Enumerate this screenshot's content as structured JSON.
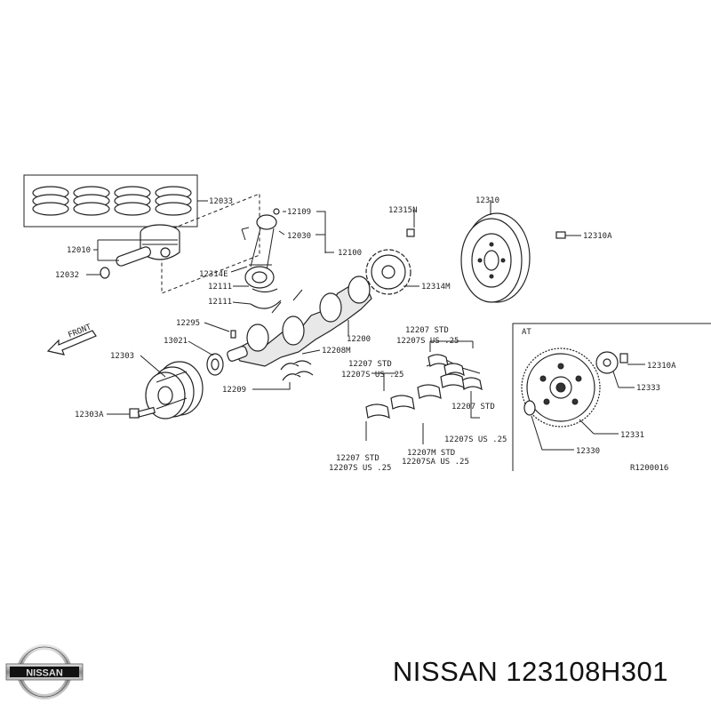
{
  "diagram": {
    "part_labels": {
      "p12033": "12033",
      "p12010": "12010",
      "p12032": "12032",
      "p12109": "12109",
      "p12030": "12030",
      "p12100": "12100",
      "p12314E": "12314E",
      "p12111a": "12111",
      "p12111b": "12111",
      "p12315N": "12315N",
      "p12314M": "12314M",
      "p12310": "12310",
      "p12310A": "12310A",
      "p12295": "12295",
      "p13021": "13021",
      "p12200": "12200",
      "p12208M": "12208M",
      "p12303": "12303",
      "p12209": "12209",
      "p12303A": "12303A",
      "std_upper_right_1": "12207 STD",
      "std_upper_right_2": "12207S US .25",
      "std_upper_mid_1": "12207 STD",
      "std_upper_mid_2": "12207S US .25",
      "std_right_1": "12207 STD",
      "std_right_2": "12207S US .25",
      "std_lower_left_1": "12207 STD",
      "std_lower_left_2": "12207S US .25",
      "std_lower_mid_1": "12207M STD",
      "std_lower_mid_2": "12207SA US .25",
      "at_label": "AT",
      "at_12310A": "12310A",
      "at_12333": "12333",
      "at_12331": "12331",
      "at_12330": "12330",
      "ref_code": "R1200016"
    },
    "front_label": "FRONT"
  },
  "brand": {
    "logo_text": "NISSAN",
    "caption": "NISSAN 123108H301"
  }
}
